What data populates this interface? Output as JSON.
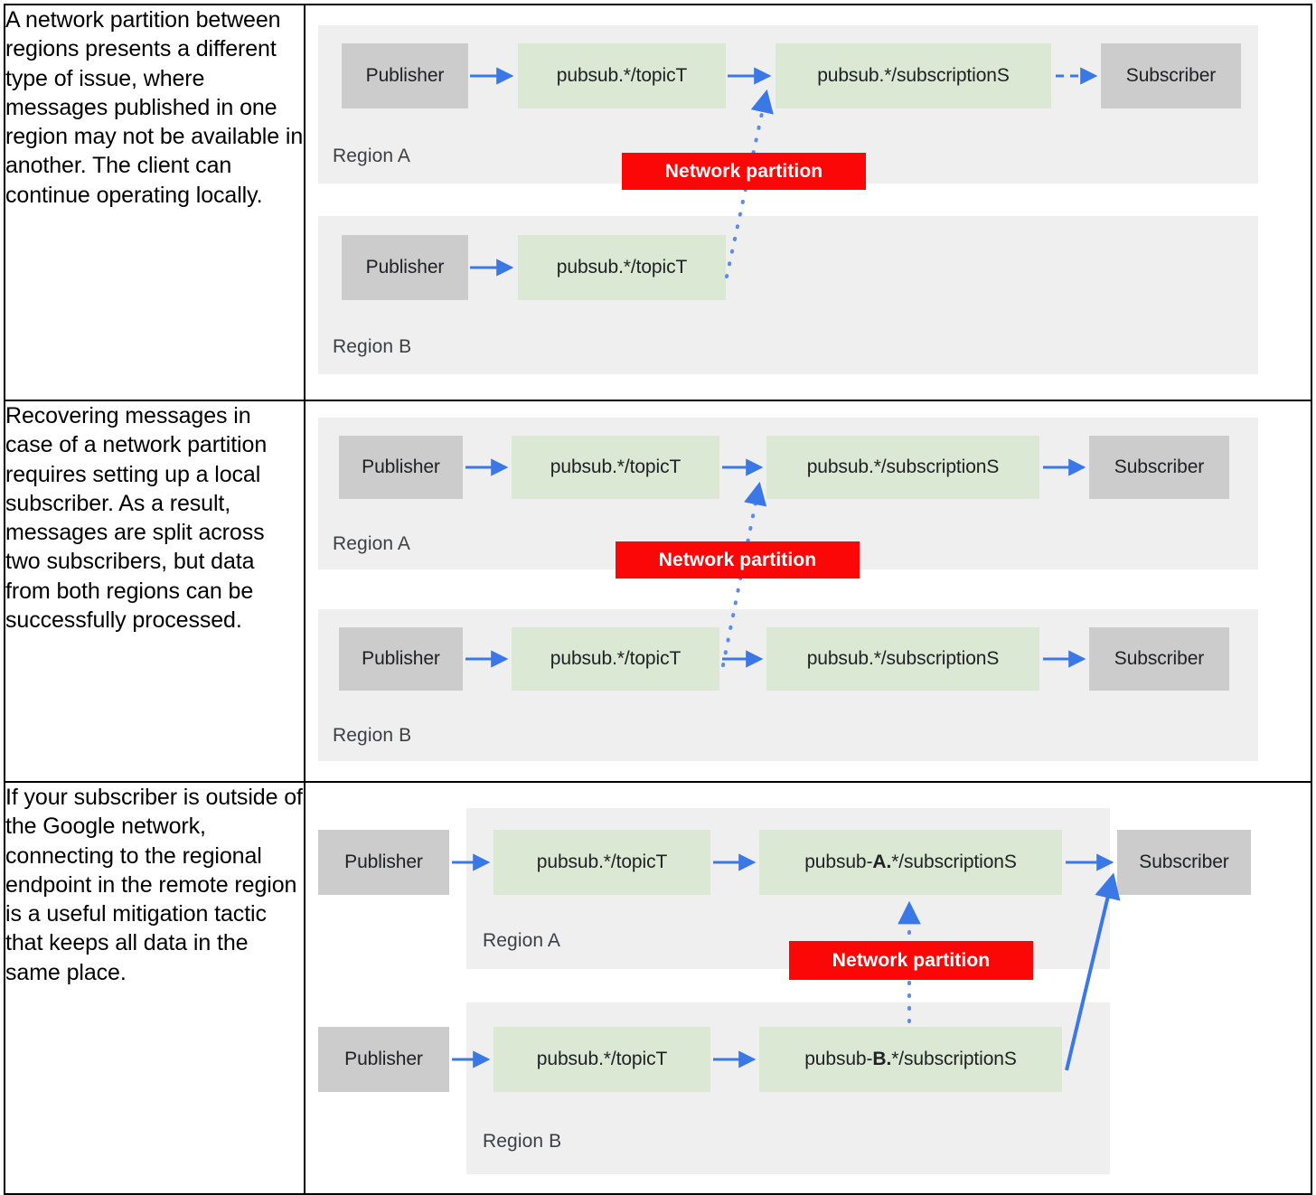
{
  "table": {
    "rows": [
      {
        "id": "row-partition-local",
        "description": "A network partition between regions presents a different type of issue, where messages published in one region may not be available in another. The client can continue operating locally.",
        "diagram": {
          "id": "diagram-1",
          "badge": "Network partition",
          "regions": [
            {
              "name": "Region A",
              "nodes": [
                {
                  "label": "Publisher",
                  "kind": "grey"
                },
                {
                  "label": "pubsub.*/topicT",
                  "kind": "green"
                },
                {
                  "label": "pubsub.*/subscriptionS",
                  "kind": "green"
                },
                {
                  "label": "Subscriber",
                  "kind": "grey"
                }
              ],
              "connectors": [
                "solid",
                "solid",
                "dashed"
              ]
            },
            {
              "name": "Region B",
              "nodes": [
                {
                  "label": "Publisher",
                  "kind": "grey"
                },
                {
                  "label": "pubsub.*/topicT",
                  "kind": "green"
                }
              ],
              "connectors": [
                "solid"
              ]
            }
          ]
        }
      },
      {
        "id": "row-local-subscriber",
        "description": "Recovering messages in case of a network partition requires setting up a local subscriber. As a result, messages are split across two subscribers, but data from both regions can be successfully processed.",
        "diagram": {
          "id": "diagram-2",
          "badge": "Network partition",
          "regions": [
            {
              "name": "Region A",
              "nodes": [
                {
                  "label": "Publisher",
                  "kind": "grey"
                },
                {
                  "label": "pubsub.*/topicT",
                  "kind": "green"
                },
                {
                  "label": "pubsub.*/subscriptionS",
                  "kind": "green"
                },
                {
                  "label": "Subscriber",
                  "kind": "grey"
                }
              ],
              "connectors": [
                "solid",
                "solid",
                "solid"
              ]
            },
            {
              "name": "Region B",
              "nodes": [
                {
                  "label": "Publisher",
                  "kind": "grey"
                },
                {
                  "label": "pubsub.*/topicT",
                  "kind": "green"
                },
                {
                  "label": "pubsub.*/subscriptionS",
                  "kind": "green"
                },
                {
                  "label": "Subscriber",
                  "kind": "grey"
                }
              ],
              "connectors": [
                "solid",
                "solid",
                "solid"
              ]
            }
          ]
        }
      },
      {
        "id": "row-regional-endpoint",
        "description": "If your subscriber is outside of the Google network, connecting to the regional endpoint in the remote region is a useful mitigation tactic that keeps all data in the same place.",
        "diagram": {
          "id": "diagram-3",
          "badge": "Network partition",
          "external_subscriber": "Subscriber",
          "regions": [
            {
              "name": "Region A",
              "nodes": [
                {
                  "label": "Publisher",
                  "kind": "grey"
                },
                {
                  "label": "pubsub.*/topicT",
                  "kind": "green"
                },
                {
                  "label_parts": [
                    "pubsub-",
                    "A.",
                    "*/subscriptionS"
                  ],
                  "label": "pubsub-A.*/subscriptionS",
                  "kind": "green"
                }
              ],
              "connectors": [
                "solid",
                "solid"
              ]
            },
            {
              "name": "Region B",
              "nodes": [
                {
                  "label": "Publisher",
                  "kind": "grey"
                },
                {
                  "label": "pubsub.*/topicT",
                  "kind": "green"
                },
                {
                  "label_parts": [
                    "pubsub-",
                    "B.",
                    "*/subscriptionS"
                  ],
                  "label": "pubsub-B.*/subscriptionS",
                  "kind": "green"
                }
              ],
              "connectors": [
                "solid",
                "solid"
              ]
            }
          ]
        }
      }
    ]
  },
  "colors": {
    "grey_node": "#cccccc",
    "green_node": "#dbe8d4",
    "region_bg": "#efefef",
    "arrow_blue": "#3b78e7",
    "badge_red": "#fb0707",
    "badge_text": "#ffffff",
    "border": "#000000"
  }
}
